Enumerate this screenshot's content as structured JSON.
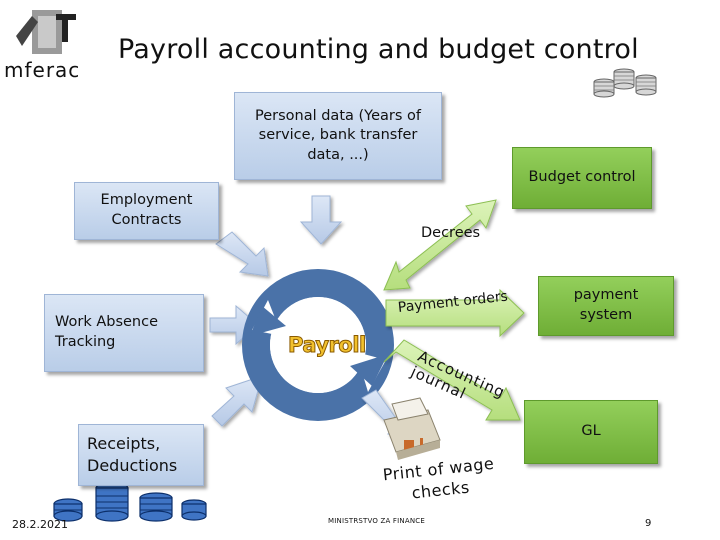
{
  "title": "Payroll accounting and budget control",
  "logo": {
    "text": "mferac"
  },
  "nodes": {
    "personal_data": "Personal data (Years of service, bank transfer data, ...)",
    "employment_contracts": "Employment Contracts",
    "work_absence": "Work Absence Tracking",
    "receipts": "Receipts, Deductions",
    "budget_control": "Budget control",
    "payment_system": "payment system",
    "gl": "GL",
    "center": "Payroll"
  },
  "edges": {
    "decrees": "Decrees",
    "payment_orders": "Payment orders",
    "accounting_journal": "Accounting journal",
    "print_checks": "Print of wage checks"
  },
  "footer": {
    "date": "28.2.2021",
    "center": "MINISTRSTVO ZA FINANCE",
    "page": "9"
  },
  "colors": {
    "blue_box": "#c7d7ee",
    "green_box": "#7fbf45",
    "arrow_fill": "#c7d6ee",
    "green_arrow": "#c7ea96",
    "cycle": "#4a72a8",
    "payroll_text": "#f2c12e"
  },
  "icons": [
    "logo-icon",
    "coin-stack-icon",
    "printer-icon",
    "payroll-cycle-icon"
  ]
}
